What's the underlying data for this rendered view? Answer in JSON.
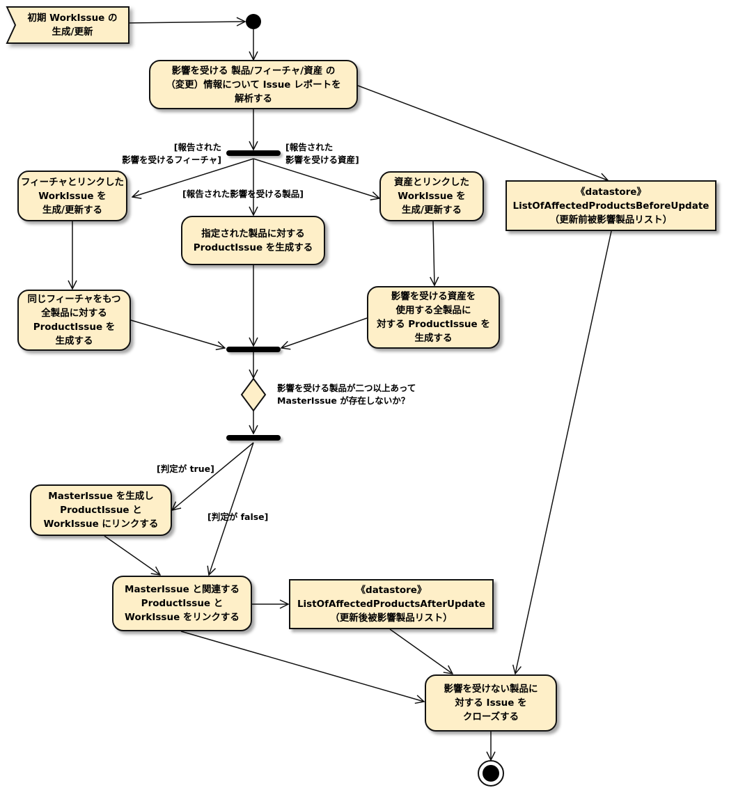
{
  "diagram": {
    "signal": "初期 WorkIssue の\n生成/更新",
    "analyze": "影響を受ける 製品/フィーチャ/資産 の\n（変更）情報について Issue レポートを\n解析する",
    "feature_workissue": "フィーチャとリンクした\nWorkIssue を\n生成/更新する",
    "product_issue": "指定された製品に対する\nProductIssue を生成する",
    "asset_workissue": "資産とリンクした\nWorkIssue を\n生成/更新する",
    "datastore_before": "《datastore》\nListOfAffectedProductsBeforeUpdate\n（更新前被影響製品リスト）",
    "same_feature": "同じフィーチャをもつ\n全製品に対する\nProductIssue を\n生成する",
    "asset_products": "影響を受ける資産を\n使用する全製品に\n対する ProductIssue を\n生成する",
    "create_master": "MasterIssue を生成し\nProductIssue と\nWorkIssue にリンクする",
    "link_master": "MasterIssue と関連する\nProductIssue と\nWorkIssue をリンクする",
    "datastore_after": "《datastore》\nListOfAffectedProductsAfterUpdate\n（更新後被影響製品リスト）",
    "close_issues": "影響を受けない製品に\n対する Issue を\nクローズする"
  },
  "guards": {
    "feature": "[報告された\n影響を受けるフィーチャ]",
    "asset": "[報告された\n 影響を受ける資産]",
    "product": "[報告された影響を受ける製品]",
    "true": "[判定が true]",
    "false": "[判定が false]"
  },
  "decision_question": "影響を受ける製品が二つ以上あって\nMasterIssue が存在しないか？",
  "colors": {
    "fill": "#feefc8",
    "line": "#111111"
  }
}
